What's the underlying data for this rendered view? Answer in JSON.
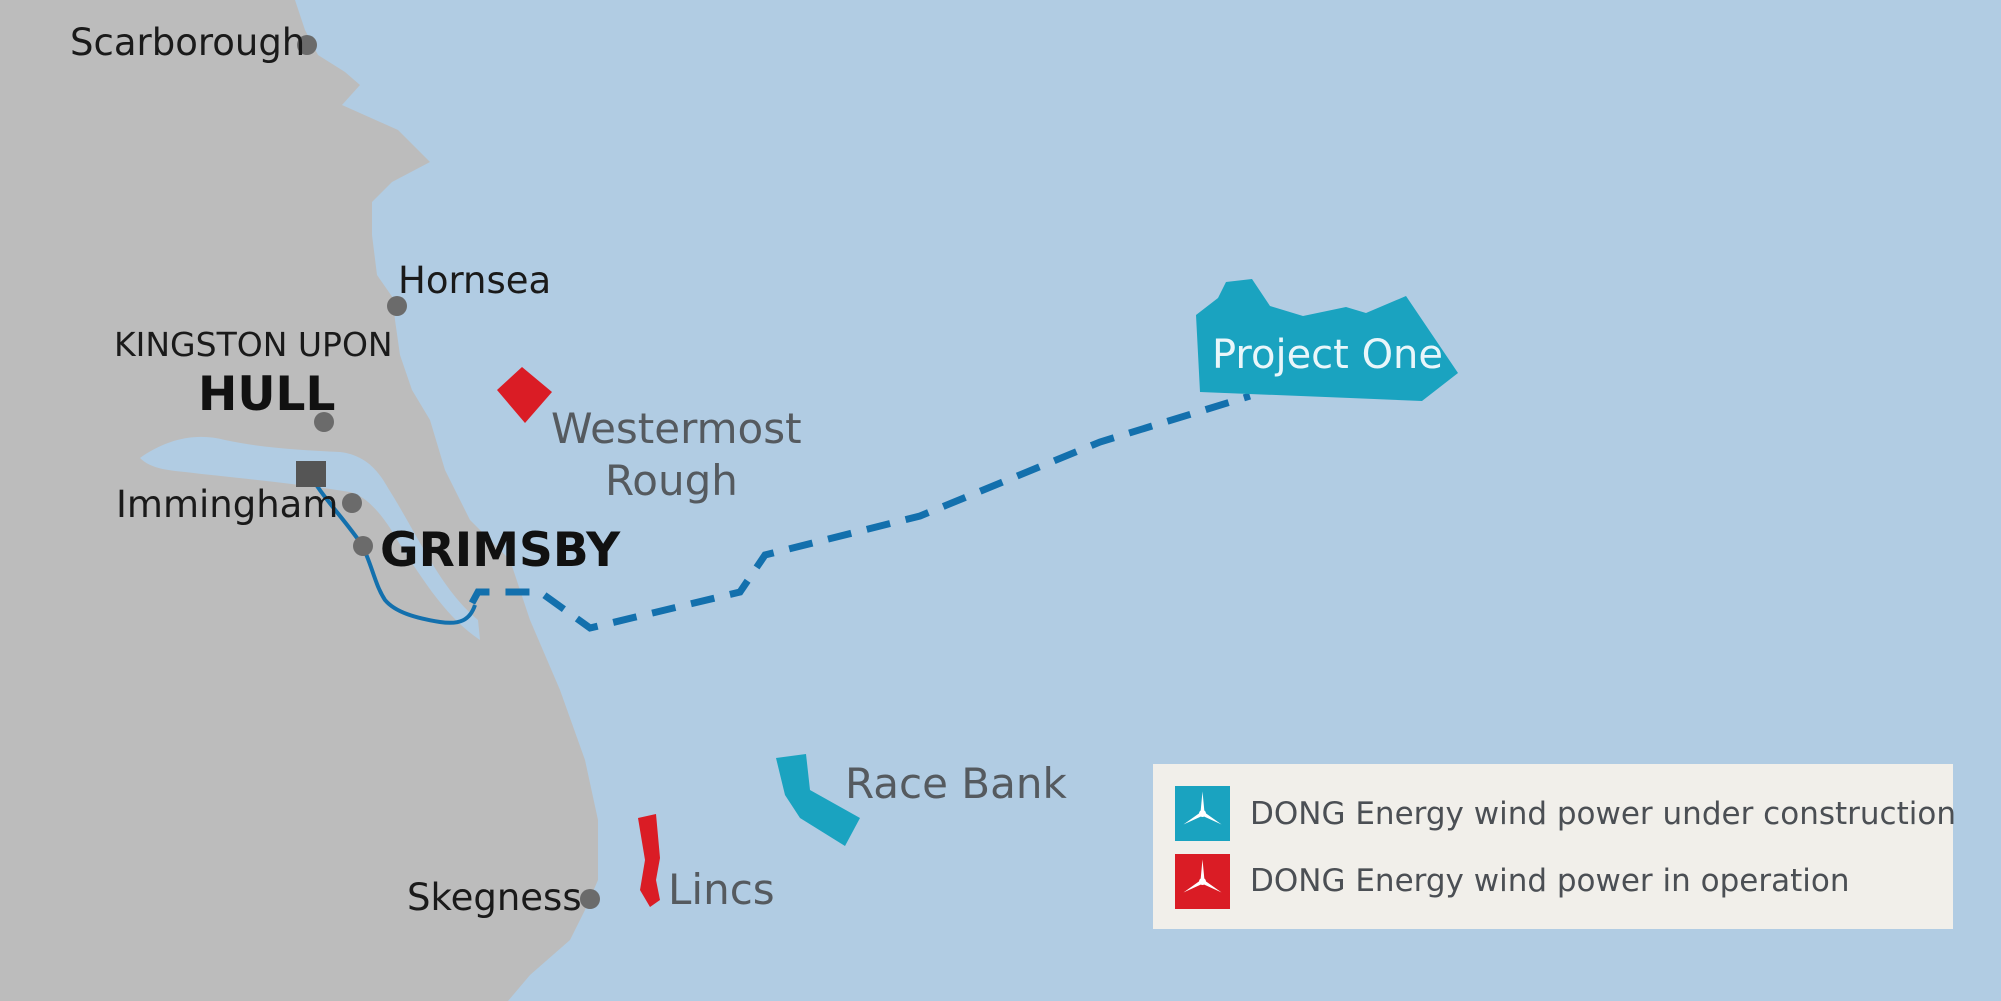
{
  "colors": {
    "sea": "#b1cce3",
    "land": "#bcbcbc",
    "river": "#b1cce3",
    "under_construction": "#1aa3c0",
    "in_operation": "#da1c25",
    "cable": "#1370ad",
    "town_dot": "#6b6b6b",
    "farm_label": "#555a5f",
    "project_label": "#e9f6fa",
    "legend_bg": "#f1efea",
    "legend_text": "#4b4f54"
  },
  "towns": {
    "scarborough": "Scarborough",
    "hornsea": "Hornsea",
    "kingston_upon": "KINGSTON UPON",
    "hull": "HULL",
    "immingham": "Immingham",
    "grimsby": "GRIMSBY",
    "skegness": "Skegness"
  },
  "wind_farms": {
    "project_one": "Project One",
    "westermost_line1": "Westermost",
    "westermost_line2": "Rough",
    "race_bank": "Race Bank",
    "lincs": "Lincs"
  },
  "legend": {
    "under_construction": "DONG Energy wind power under construction",
    "in_operation": "DONG Energy wind power in operation",
    "icon": "wind-turbine-icon"
  }
}
